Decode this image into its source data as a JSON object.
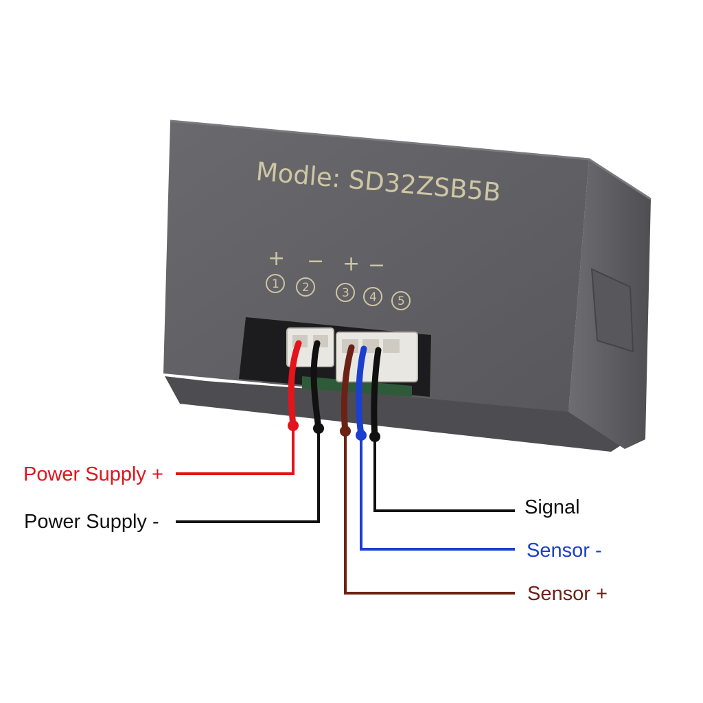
{
  "module": {
    "model_text": "Modle: SD32ZSB5B",
    "pin_signs": [
      "+",
      "−",
      "+",
      "−"
    ],
    "pin_numbers": [
      "1",
      "2",
      "3",
      "4",
      "5"
    ]
  },
  "labels": {
    "power_plus": "Power Supply +",
    "power_minus": "Power Supply -",
    "signal": "Signal",
    "sensor_minus": "Sensor -",
    "sensor_plus": "Sensor +"
  },
  "colors": {
    "power_plus": "#e3141b",
    "power_minus": "#111111",
    "signal": "#111111",
    "sensor_minus": "#1c3fcf",
    "sensor_plus": "#6b2214",
    "housing": "#5f5f63"
  }
}
